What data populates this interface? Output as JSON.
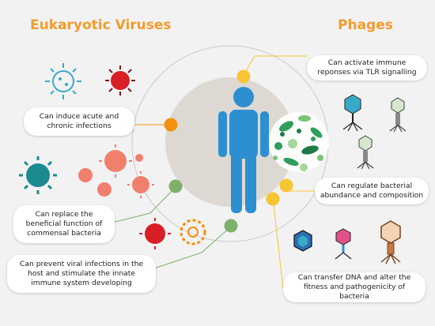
{
  "headings": {
    "left": "Eukaryotic Viruses",
    "right": "Phages"
  },
  "callouts": {
    "tlr": "Can activate immune reponses via TLR signalling",
    "acute": "Can induce acute and chronic infections",
    "regulate": "Can regulate bacterial abundance and composition",
    "replace": "Can replace the beneficial function of commensal bacteria",
    "prevent": "Can prevent viral infections in the host and stimulate the innate immune system developing",
    "transfer": "Can transfer DNA and alter the fitness and pathogenicity of bacteria"
  },
  "colors": {
    "heading": "#f39c2b",
    "human": "#2c8fd0",
    "orange_dot": "#f2900f",
    "yellow_dot": "#f6c534",
    "green_dot": "#7fb06b",
    "circle_bg": "#ddd9d2",
    "bacteria": "#2e9e5a"
  },
  "icons": [
    "virus-icon",
    "bacteriophage-icon",
    "human-figure-icon",
    "bacteria-cluster-icon"
  ]
}
